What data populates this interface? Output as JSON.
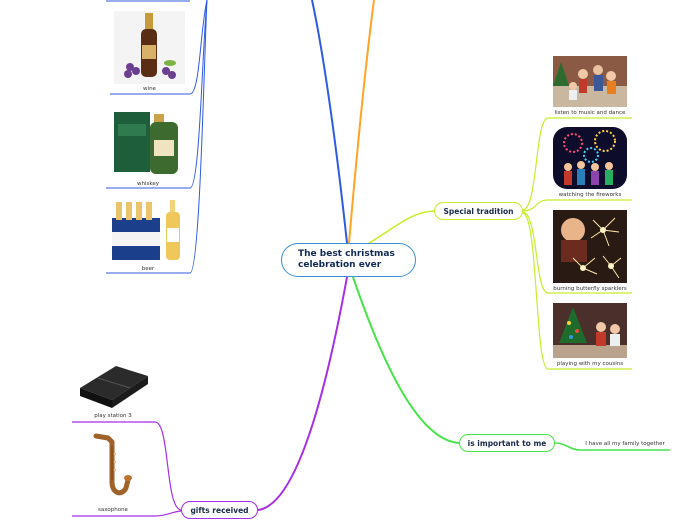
{
  "central": {
    "title": "The best christmas celebration ever"
  },
  "branches": {
    "special": {
      "label": "Special tradition",
      "items": [
        "listen to music and dance",
        "watching the fireworks",
        "burning butterfly sparklers",
        "playing with my cousins"
      ]
    },
    "important": {
      "label": "is important to me",
      "items": [
        "I have all my family together"
      ]
    },
    "gifts": {
      "label": "gifts received",
      "items": [
        "play station 3",
        "saxophone"
      ]
    },
    "drinks": {
      "items": [
        "wine",
        "whiskey",
        "beer"
      ]
    }
  },
  "colors": {
    "blue": "#2f5be0",
    "orange": "#ffa424",
    "yellow": "#c6ee2b",
    "green": "#49e44a",
    "purple": "#a72ee6",
    "center_border": "#3a8fd6"
  }
}
